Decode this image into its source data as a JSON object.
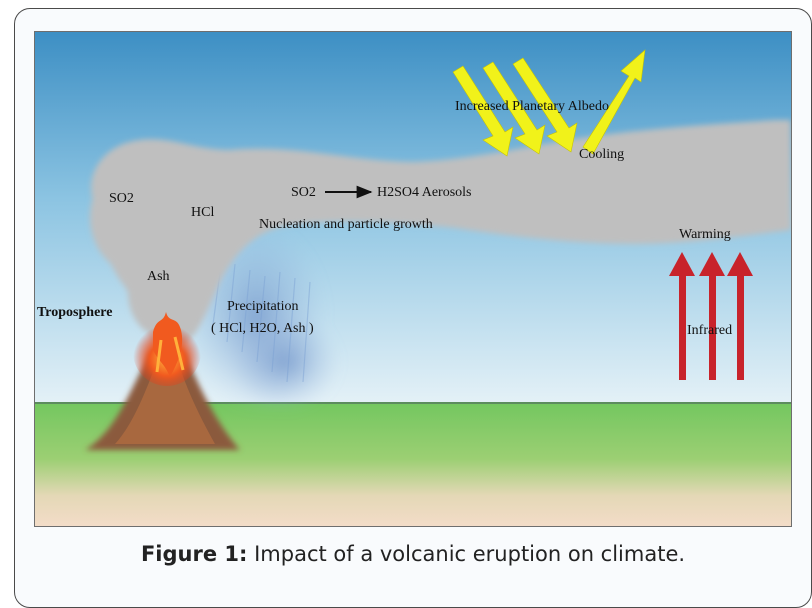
{
  "diagram": {
    "labels": {
      "so2": "SO2",
      "hcl": "HCl",
      "ash": "Ash",
      "troposphere": "Troposphere",
      "reaction_left": "SO2",
      "reaction_right": "H2SO4 Aerosols",
      "nucleation": "Nucleation and particle growth",
      "precipitation": "Precipitation",
      "precipitation_detail": "( HCl, H2O, Ash )",
      "albedo": "Increased Planetary Albedo",
      "cooling": "Cooling",
      "warming": "Warming",
      "infrared": "Infrared"
    },
    "colors": {
      "sky_top": "#3d8fc4",
      "sky_bottom": "#ddeef6",
      "plume": "#bdbdbd",
      "ground": "#7ccb6a",
      "soil": "#f1dcc9",
      "sun_arrows": "#f1f21a",
      "infrared_arrows": "#c8232b",
      "lava": "#f15a1f"
    }
  },
  "caption": {
    "label": "Figure 1:",
    "text": "Impact of a volcanic eruption on climate."
  }
}
